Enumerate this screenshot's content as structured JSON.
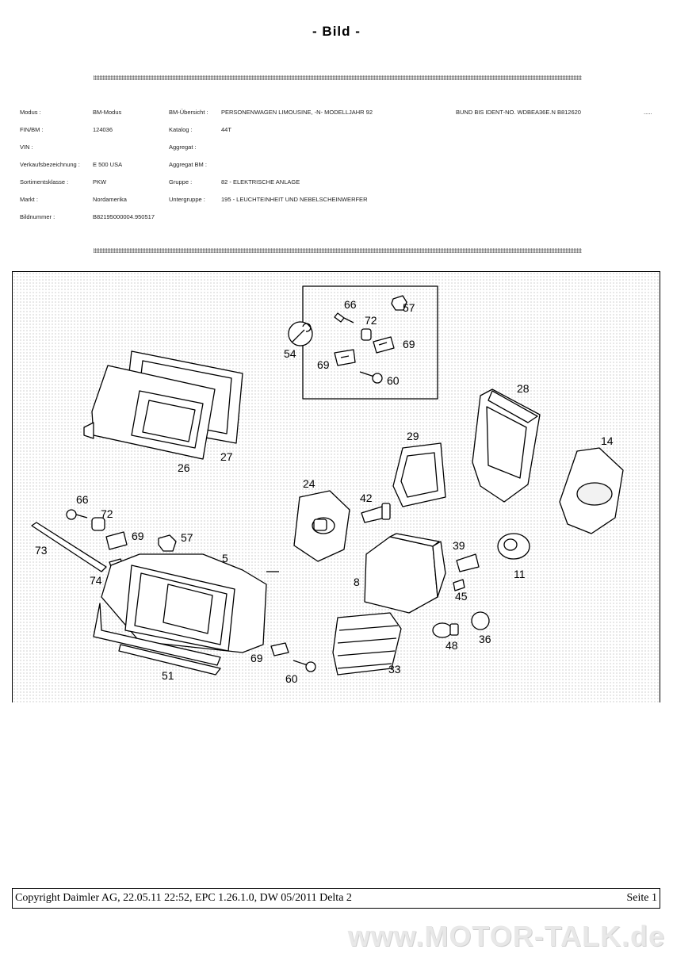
{
  "page_title": "- Bild -",
  "info": {
    "modus_label": "Modus :",
    "modus_value": "BM-Modus",
    "bm_uebersicht_label": "BM-Übersicht :",
    "bm_uebersicht_value": "PERSONENWAGEN LIMOUSINE, -N- MODELLJAHR 92",
    "bund_value": "BUND BIS IDENT-NO. WDBEA36E.N B812620",
    "more_value": ".....",
    "fin_label": "FIN/BM :",
    "fin_value": "124036",
    "katalog_label": "Katalog :",
    "katalog_value": "44T",
    "vin_label": "VIN :",
    "aggregat_label": "Aggregat :",
    "verkauf_label": "Verkaufsbezeichnung :",
    "verkauf_value": "E 500 USA",
    "aggregat_bm_label": "Aggregat BM :",
    "sortiment_label": "Sortimentsklasse :",
    "sortiment_value": "PKW",
    "gruppe_label": "Gruppe :",
    "gruppe_value": "82 - ELEKTRISCHE ANLAGE",
    "markt_label": "Markt :",
    "markt_value": "Nordamerika",
    "untergruppe_label": "Untergruppe :",
    "untergruppe_value": "195 - LEUCHTEINHEIT UND NEBELSCHEINWERFER",
    "bildnummer_label": "Bildnummer :",
    "bildnummer_value": "B82195000004.950517"
  },
  "diagram": {
    "part_labels": [
      "66",
      "57",
      "72",
      "69",
      "54",
      "69",
      "60",
      "28",
      "29",
      "14",
      "26",
      "27",
      "24",
      "42",
      "66",
      "72",
      "69",
      "57",
      "73",
      "5",
      "39",
      "11",
      "8",
      "74",
      "45",
      "36",
      "48",
      "69",
      "33",
      "51",
      "60"
    ]
  },
  "footer": {
    "copyright": "Copyright Daimler AG, 22.05.11 22:52, EPC 1.26.1.0, DW 05/2011 Delta 2",
    "page": "Seite 1"
  },
  "watermark": "www.MOTOR-TALK.de"
}
